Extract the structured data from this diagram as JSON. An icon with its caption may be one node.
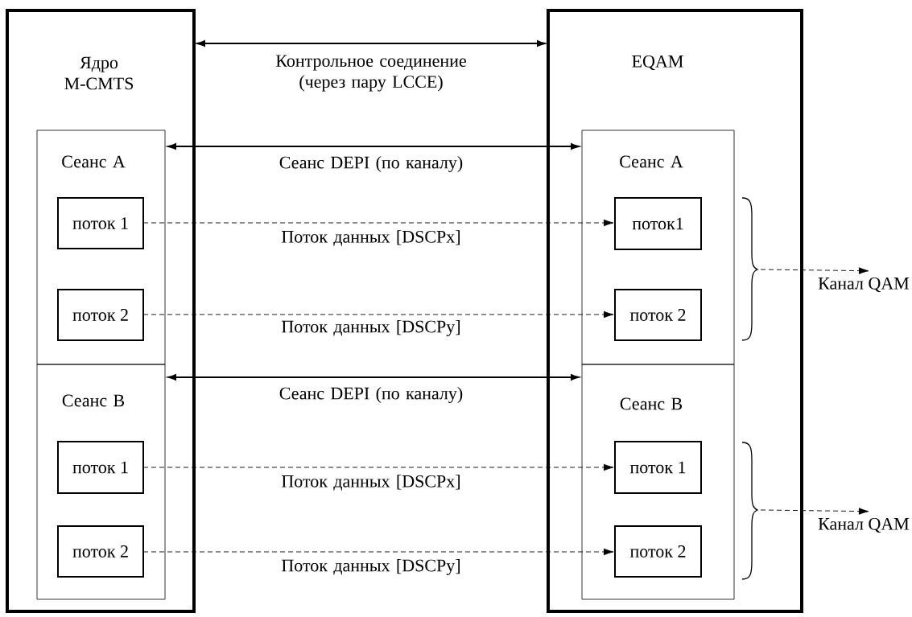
{
  "diagram": {
    "nodes": [
      {
        "text": [
          "Ядро M-CMTS"
        ]
      },
      {
        "text": [
          "Сеанс A"
        ],
        "in": 0
      },
      {
        "text": [
          "поток 1"
        ],
        "in": 1
      },
      {
        "text": [
          "поток 2"
        ],
        "in": 1
      },
      {
        "text": [
          "Сеанс B"
        ],
        "in": 0
      },
      {
        "text": [
          "поток 1"
        ],
        "in": 4
      },
      {
        "text": [
          "поток 2"
        ],
        "in": 4
      },
      {
        "text": [
          "EQAM"
        ]
      },
      {
        "text": [
          "Сеанс A"
        ],
        "in": 7
      },
      {
        "text": [
          "поток1"
        ],
        "in": 8
      },
      {
        "text": [
          "поток 2"
        ],
        "in": 8
      },
      {
        "text": [
          "Сеанс B"
        ],
        "in": 7
      },
      {
        "text": [
          "поток 1"
        ],
        "in": 11
      },
      {
        "text": [
          "поток 2"
        ],
        "in": 11
      },
      {
        "text": [
          "Канал QAM"
        ]
      },
      {
        "text": [
          "Канал QAM"
        ]
      }
    ],
    "edges": [
      {
        "from": 0,
        "to": 7,
        "arrow": "both",
        "label": "Контрольное соединение (через пару LCCE)"
      },
      {
        "from": 1,
        "to": 8,
        "arrow": "both",
        "label": "Сеанс DEPI (по каналу)"
      },
      {
        "from": 2,
        "to": 9,
        "arrow": "to",
        "style": "dashed",
        "label": "Поток данных [DSCPx]"
      },
      {
        "from": 3,
        "to": 10,
        "arrow": "to",
        "style": "dashed",
        "label": "Поток данных [DSCPy]"
      },
      {
        "from": 4,
        "to": 11,
        "arrow": "both",
        "label": "Сеанс DEPI (по каналу)"
      },
      {
        "from": 5,
        "to": 12,
        "arrow": "to",
        "style": "dashed",
        "label": "Поток данных [DSCPx]"
      },
      {
        "from": 6,
        "to": 13,
        "arrow": "to",
        "style": "dashed",
        "label": "Поток данных [DSCPy]"
      },
      {
        "from": 8,
        "to": 14,
        "arrow": "to",
        "style": "dashed"
      },
      {
        "from": 11,
        "to": 15,
        "arrow": "to",
        "style": "dashed"
      }
    ]
  }
}
